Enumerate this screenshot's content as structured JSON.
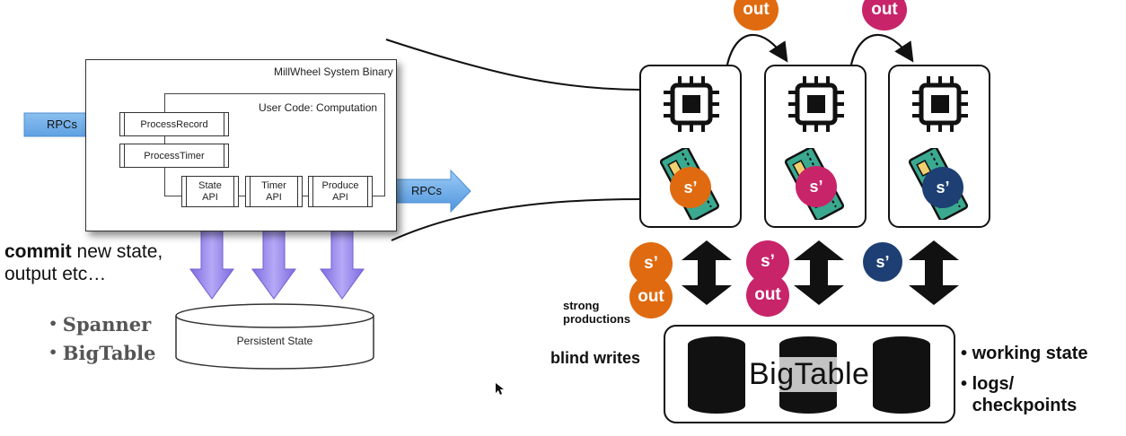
{
  "left_diagram": {
    "system_title": "MillWheel System Binary",
    "user_code_title": "User Code: Computation",
    "process_record": "ProcessRecord",
    "process_timer": "ProcessTimer",
    "apis": [
      {
        "line1": "State",
        "line2": "API"
      },
      {
        "line1": "Timer",
        "line2": "API"
      },
      {
        "line1": "Produce",
        "line2": "API"
      }
    ],
    "rpc_in": "RPCs",
    "rpc_out": "RPCs",
    "persistent_state": "Persistent State",
    "commit_bold": "commit",
    "commit_rest": " new state,",
    "commit_line2": "output etc…",
    "storage_bullets": [
      "Spanner",
      "BigTable"
    ]
  },
  "right_diagram": {
    "out_labels": [
      "out",
      "out"
    ],
    "state_label": "s’",
    "machines": [
      {
        "state_color": "#e06a10"
      },
      {
        "state_color": "#c8246a"
      },
      {
        "state_color": "#1d3f74"
      }
    ],
    "write_groups": [
      {
        "state": "s’",
        "out": "out",
        "color": "#e06a10"
      },
      {
        "state": "s’",
        "out": "out",
        "color": "#c8246a"
      },
      {
        "state": "s’",
        "color": "#1d3f74"
      }
    ],
    "strong_productions": "strong\nproductions",
    "blind_writes": "blind writes",
    "bigtable_label": "BigTable",
    "bullets": [
      "working state",
      "logs/\ncheckpoints"
    ]
  },
  "colors": {
    "rpc_arrow": "#6aaee8",
    "api_arrow": "#8d7ee6",
    "orange": "#e06a10",
    "magenta": "#c8246a",
    "navy": "#1d3f74"
  },
  "icons": [
    "cpu-chip-icon",
    "memory-module-icon",
    "database-cylinder-icon",
    "double-arrow-icon",
    "mouse-cursor-icon"
  ]
}
